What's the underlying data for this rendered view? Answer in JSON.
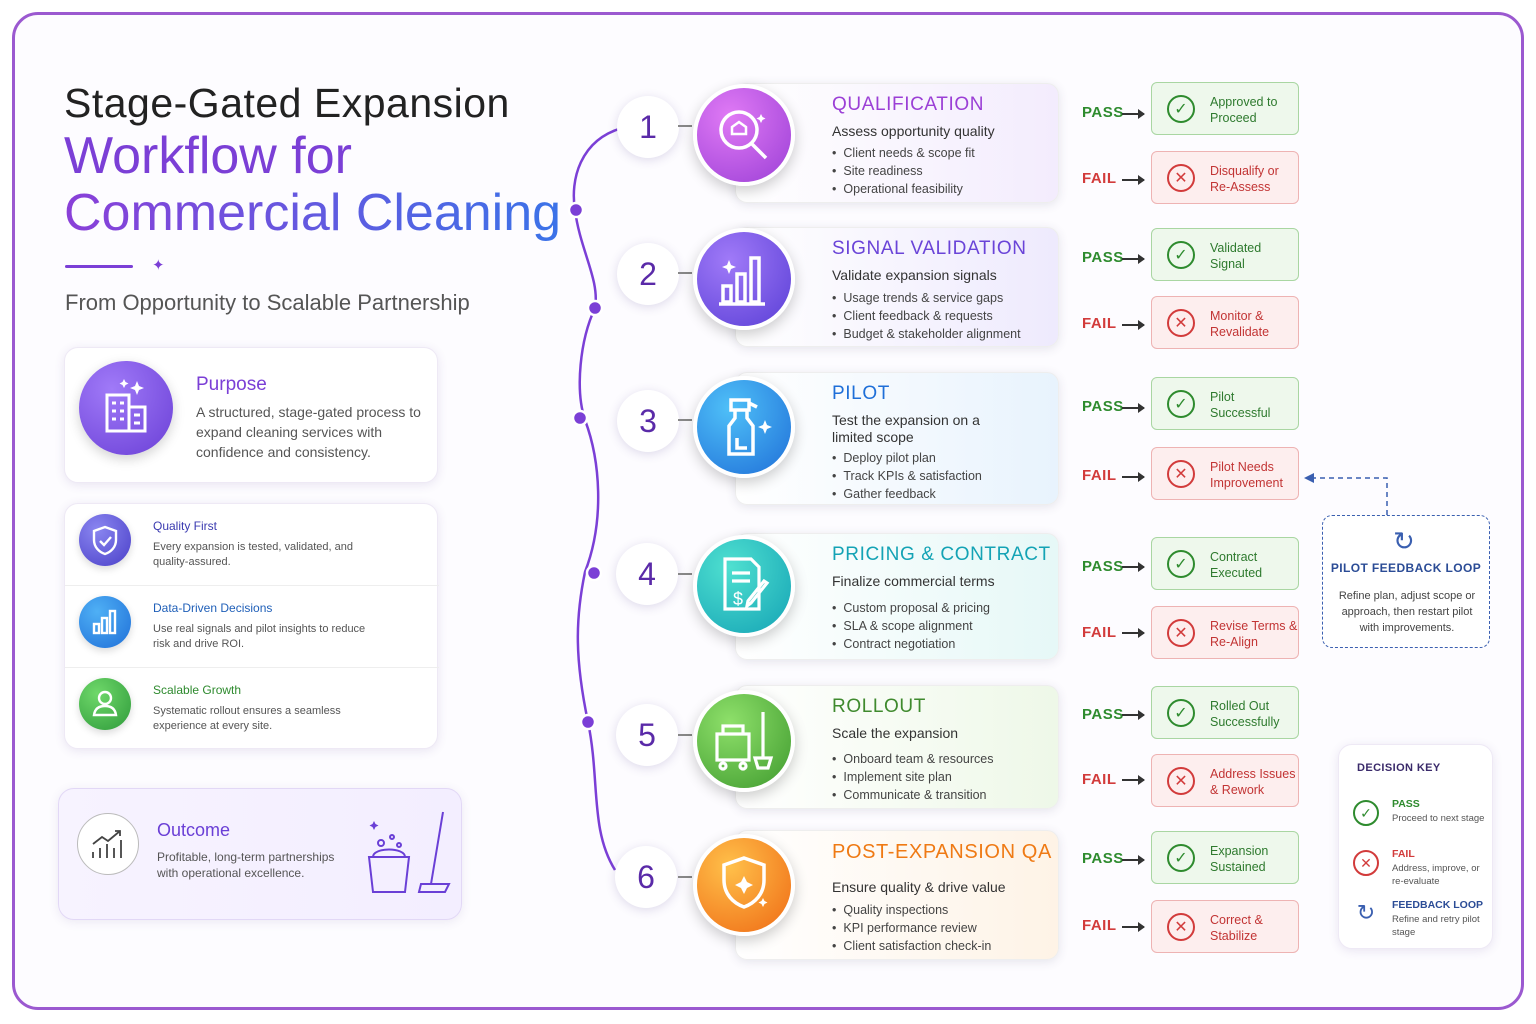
{
  "title": {
    "line1": "Stage-Gated Expansion",
    "line2": "Workflow for",
    "line3": "Commercial Cleaning"
  },
  "subtitle": "From Opportunity to Scalable Partnership",
  "purpose": {
    "title": "Purpose",
    "text": "A structured, stage-gated process to expand cleaning services with confidence and consistency."
  },
  "values": [
    {
      "title": "Quality First",
      "text": "Every expansion is tested, validated, and quality-assured.",
      "color": "#5a4fd0"
    },
    {
      "title": "Data-Driven Decisions",
      "text": "Use real signals and pilot insights to reduce risk and drive ROI.",
      "color": "#1f7ed8"
    },
    {
      "title": "Scalable Growth",
      "text": "Systematic rollout ensures a seamless experience at every site.",
      "color": "#2e9a3a"
    }
  ],
  "outcome": {
    "title": "Outcome",
    "text": "Profitable, long-term partnerships with operational excellence."
  },
  "gate_labels": {
    "pass": "PASS",
    "fail": "FAIL"
  },
  "stages": [
    {
      "num": "1",
      "title": "QUALIFICATION",
      "desc": "Assess opportunity quality",
      "bullets": [
        "Client needs & scope fit",
        "Site readiness",
        "Operational feasibility"
      ],
      "pass": "Approved to Proceed",
      "fail": "Disqualify or Re-Assess",
      "color": "#9b3fd6"
    },
    {
      "num": "2",
      "title": "SIGNAL VALIDATION",
      "desc": "Validate expansion signals",
      "bullets": [
        "Usage trends & service gaps",
        "Client feedback & requests",
        "Budget & stakeholder alignment"
      ],
      "pass": "Validated Signal",
      "fail": "Monitor & Revalidate",
      "color": "#6a44d8"
    },
    {
      "num": "3",
      "title": "PILOT",
      "desc": "Test the expansion on a limited scope",
      "bullets": [
        "Deploy pilot plan",
        "Track KPIs & satisfaction",
        "Gather feedback"
      ],
      "pass": "Pilot Successful",
      "fail": "Pilot Needs Improvement",
      "color": "#1f6fd8"
    },
    {
      "num": "4",
      "title": "PRICING & CONTRACT",
      "desc": "Finalize commercial terms",
      "bullets": [
        "Custom proposal & pricing",
        "SLA & scope alignment",
        "Contract negotiation"
      ],
      "pass": "Contract Executed",
      "fail": "Revise Terms & Re-Align",
      "color": "#14a3b5"
    },
    {
      "num": "5",
      "title": "ROLLOUT",
      "desc": "Scale the expansion",
      "bullets": [
        "Onboard team & resources",
        "Implement site plan",
        "Communicate & transition"
      ],
      "pass": "Rolled Out Successfully",
      "fail": "Address Issues & Rework",
      "color": "#3f9a2e"
    },
    {
      "num": "6",
      "title": "POST-EXPANSION QA",
      "desc": "Ensure quality & drive value",
      "bullets": [
        "Quality inspections",
        "KPI performance review",
        "Client satisfaction check-in"
      ],
      "pass": "Expansion Sustained",
      "fail": "Correct & Stabilize",
      "color": "#ef7a14"
    }
  ],
  "feedback_loop": {
    "title": "PILOT FEEDBACK LOOP",
    "text": "Refine plan, adjust scope or approach, then restart pilot with improvements."
  },
  "decision_key": {
    "title": "DECISION KEY",
    "items": [
      {
        "label": "PASS",
        "text": "Proceed to next stage"
      },
      {
        "label": "FAIL",
        "text": "Address, improve, or re-evaluate"
      },
      {
        "label": "FEEDBACK LOOP",
        "text": "Refine and retry pilot stage"
      }
    ]
  }
}
